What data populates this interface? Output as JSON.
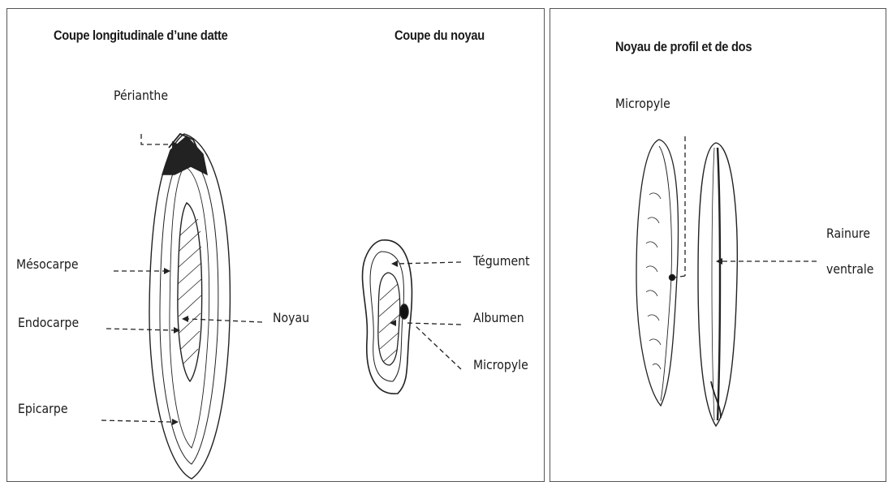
{
  "panels": {
    "left": {
      "title_fruit": "Coupe longitudinale d’une datte",
      "title_seed": "Coupe du noyau",
      "labels": {
        "perianthe": "Périanthe",
        "mesocarpe": "Mésocarpe",
        "endocarpe": "Endocarpe",
        "epicarpe": "Epicarpe",
        "noyau": "Noyau",
        "tegument": "Tégument",
        "albumen": "Albumen",
        "micropyle": "Micropyle"
      }
    },
    "right": {
      "title": "Noyau de profil et de dos",
      "labels": {
        "micropyle": "Micropyle",
        "rainure_line1": "Rainure",
        "rainure_line2": "ventrale"
      }
    }
  }
}
